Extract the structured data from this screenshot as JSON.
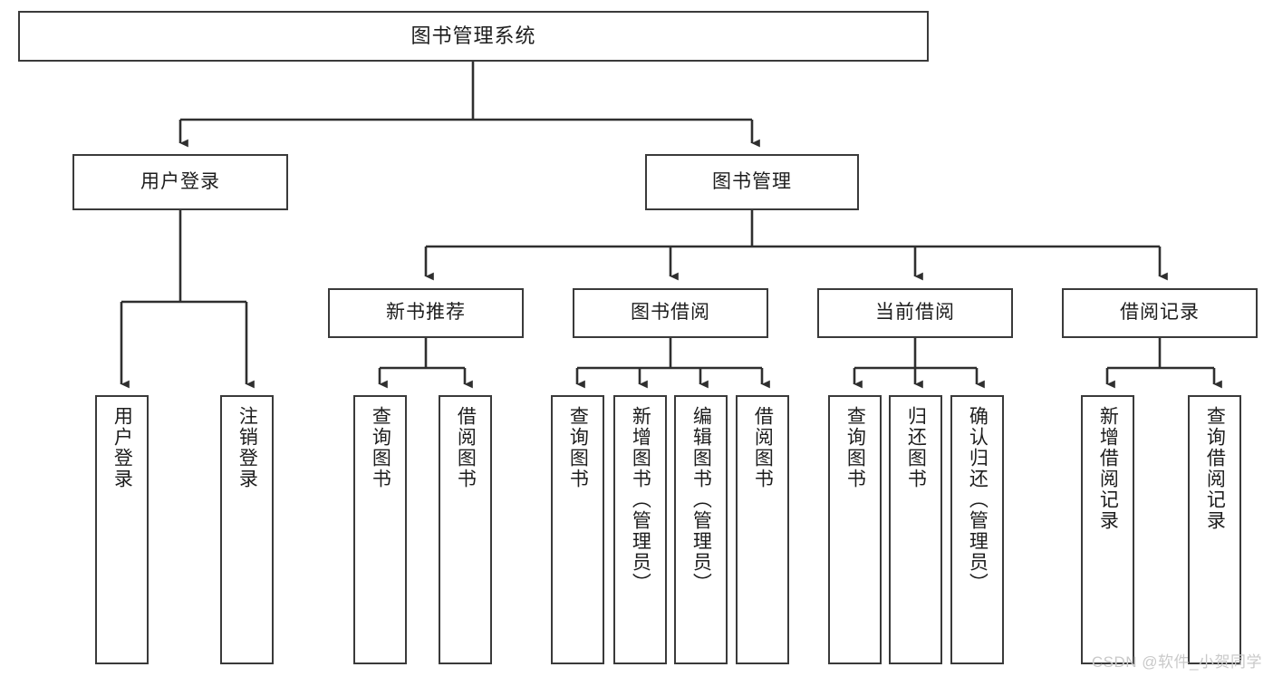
{
  "diagram": {
    "title": "图书管理系统",
    "type": "hierarchy-tree",
    "watermark": "CSDN @软件_小贺同学",
    "colors": {
      "box_border": "#3a3a3a",
      "box_fill": "#ffffff",
      "connector": "#2f2f2f",
      "text": "#1d1d1d",
      "watermark": "#c9c9c9"
    }
  },
  "chart_data": {
    "type": "table",
    "title": "图书管理系统",
    "levels": [
      {
        "level": 1,
        "labels": [
          "图书管理系统"
        ]
      },
      {
        "level": 2,
        "labels": [
          "用户登录",
          "图书管理"
        ]
      },
      {
        "level": 3,
        "labels": [
          "新书推荐",
          "图书借阅",
          "当前借阅",
          "借阅记录"
        ]
      },
      {
        "level": 4,
        "labels": [
          "用户登录",
          "注销登录",
          "查询图书",
          "借阅图书",
          "查询图书",
          "新增图书（管理员）",
          "编辑图书（管理员）",
          "借阅图书",
          "查询图书",
          "归还图书",
          "确认归还（管理员）",
          "新增借阅记录",
          "查询借阅记录"
        ]
      }
    ]
  },
  "nodes": {
    "root": {
      "label": "图书管理系统"
    },
    "level2": [
      {
        "id": "user-login",
        "label": "用户登录"
      },
      {
        "id": "book-manage",
        "label": "图书管理"
      }
    ],
    "level3": [
      {
        "id": "new-book-rec",
        "label": "新书推荐"
      },
      {
        "id": "book-borrow",
        "label": "图书借阅"
      },
      {
        "id": "current-borrow",
        "label": "当前借阅"
      },
      {
        "id": "borrow-record",
        "label": "借阅记录"
      }
    ],
    "leaves": [
      {
        "id": "leaf-user-login",
        "label": "用户登录"
      },
      {
        "id": "leaf-user-logout",
        "label": "注销登录"
      },
      {
        "id": "leaf-query-book-1",
        "label": "查询图书"
      },
      {
        "id": "leaf-borrow-book-1",
        "label": "借阅图书"
      },
      {
        "id": "leaf-query-book-2",
        "label": "查询图书"
      },
      {
        "id": "leaf-add-book",
        "label": "新增图书（管理员）"
      },
      {
        "id": "leaf-edit-book",
        "label": "编辑图书（管理员）"
      },
      {
        "id": "leaf-borrow-book-2",
        "label": "借阅图书"
      },
      {
        "id": "leaf-query-book-3",
        "label": "查询图书"
      },
      {
        "id": "leaf-return-book",
        "label": "归还图书"
      },
      {
        "id": "leaf-confirm-return",
        "label": "确认归还（管理员）"
      },
      {
        "id": "leaf-add-record",
        "label": "新增借阅记录"
      },
      {
        "id": "leaf-query-record",
        "label": "查询借阅记录"
      }
    ]
  }
}
